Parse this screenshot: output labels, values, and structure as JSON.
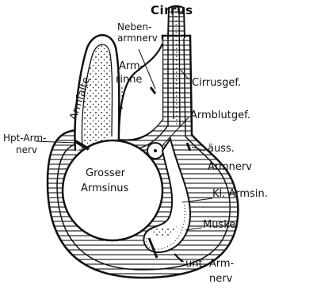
{
  "labels": {
    "cirrus": "Cirrus",
    "nebenarmnerv_1": "Neben-",
    "nebenarmnerv_2": "armnerv",
    "armfalte": "Armfalte",
    "armrinne_1": "Arm-",
    "armrinne_2": "rinne",
    "cirrusgef": "Cirrusgef.",
    "armblutgef": "Armblutgef.",
    "hpt_armnerv_1": "Hpt-Arm-",
    "hpt_armnerv_2": "nerv",
    "auss_armnerv_1": "äuss.",
    "auss_armnerv_2": "Armnerv",
    "grosser_armsinus_1": "Grosser",
    "grosser_armsinus_2": "Armsinus",
    "kl_armsin": "Kl. Armsin.",
    "muskel": "Muskel",
    "unt_armnerv_1": "unt. Arm-",
    "unt_armnerv_2": "nerv"
  },
  "colors": {
    "ink": "#111111",
    "paper": "#ffffff"
  }
}
